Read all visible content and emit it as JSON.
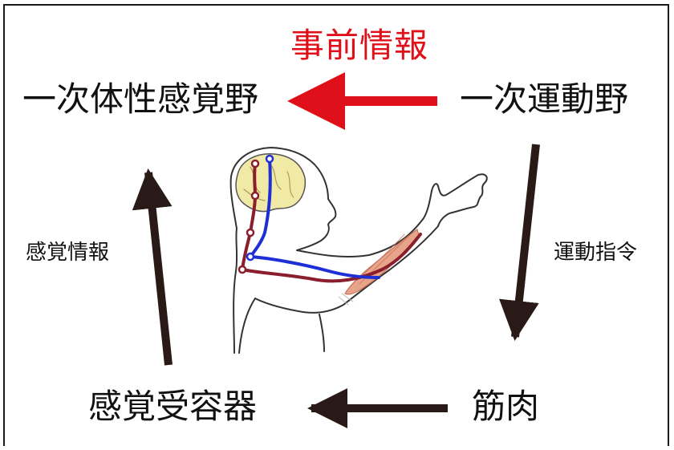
{
  "labels": {
    "prior_information": "事前情報",
    "primary_somatosensory_cortex": "一次体性感覚野",
    "primary_motor_cortex": "一次運動野",
    "sensory_receptor": "感覚受容器",
    "muscle": "筋肉",
    "sensory_information": "感覚情報",
    "motor_command": "運動指令"
  },
  "colors": {
    "prior_information": "#e0101a",
    "arrow": "#2a1a17",
    "motor_pathway": "#1e2fd6",
    "sensory_pathway": "#8b1e2d",
    "brain": "#f1e9a6",
    "muscle": "#e8a48a"
  }
}
